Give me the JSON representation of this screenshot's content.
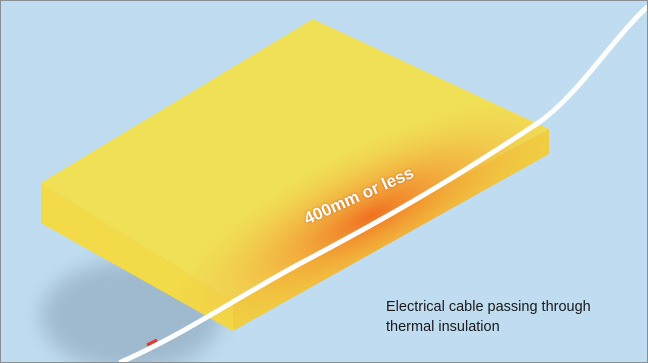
{
  "measurement_label": "400mm or less",
  "caption_lines": [
    "Electrical cable passing through",
    "thermal insulation"
  ],
  "colors": {
    "background": "#bfdcf1",
    "insulation_top": "#f0e055",
    "insulation_front": "#f2da48",
    "heat": "#f07020",
    "cable": "#ffffff",
    "frame": "#8a8f94"
  }
}
